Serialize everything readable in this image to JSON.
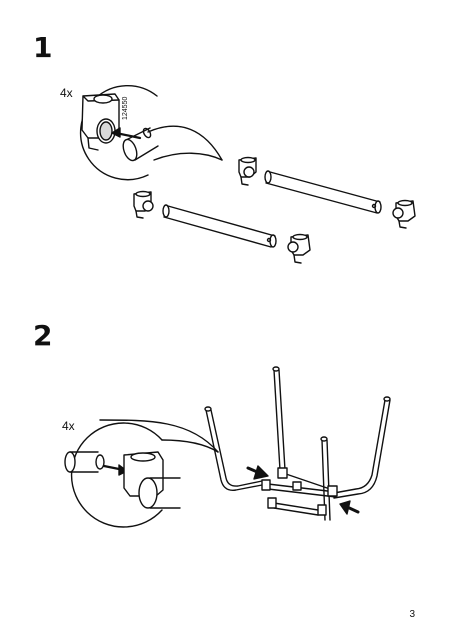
{
  "steps": [
    {
      "number": "1",
      "quantity": "4x",
      "part_code": "124550"
    },
    {
      "number": "2",
      "quantity": "4x"
    }
  ],
  "page": {
    "number": "3"
  },
  "colors": {
    "line": "#111111",
    "background": "#ffffff",
    "shade": "#d9d9d9"
  }
}
